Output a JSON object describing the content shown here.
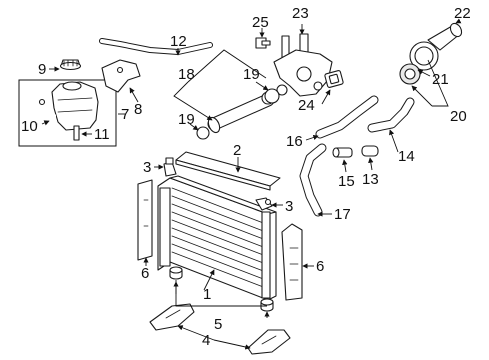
{
  "callouts": [
    "1",
    "2",
    "3",
    "3",
    "4",
    "5",
    "6",
    "6",
    "7",
    "8",
    "9",
    "10",
    "11",
    "12",
    "13",
    "14",
    "15",
    "16",
    "17",
    "18",
    "19",
    "19",
    "20",
    "21",
    "22",
    "23",
    "24",
    "25"
  ]
}
